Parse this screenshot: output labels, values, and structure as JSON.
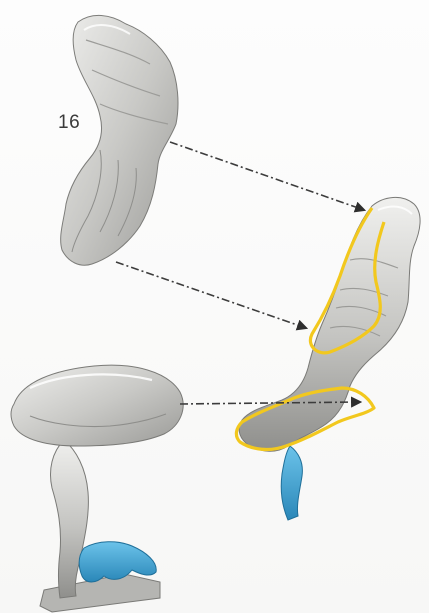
{
  "figure": {
    "label": "16"
  },
  "colors": {
    "bone": "#d4d4d2",
    "bone_shadow": "#8e8e8b",
    "highlight_outline": "#f2c81e",
    "cartilage_blue": "#3a9fd0",
    "arrow": "#3c3c3c"
  },
  "parts": [
    {
      "id": "upper-fragment",
      "icon": "bone-fragment-icon"
    },
    {
      "id": "lower-mushroom-bone",
      "icon": "bone-mushroom-icon"
    },
    {
      "id": "assembled-bone",
      "icon": "assembled-bone-icon"
    }
  ]
}
